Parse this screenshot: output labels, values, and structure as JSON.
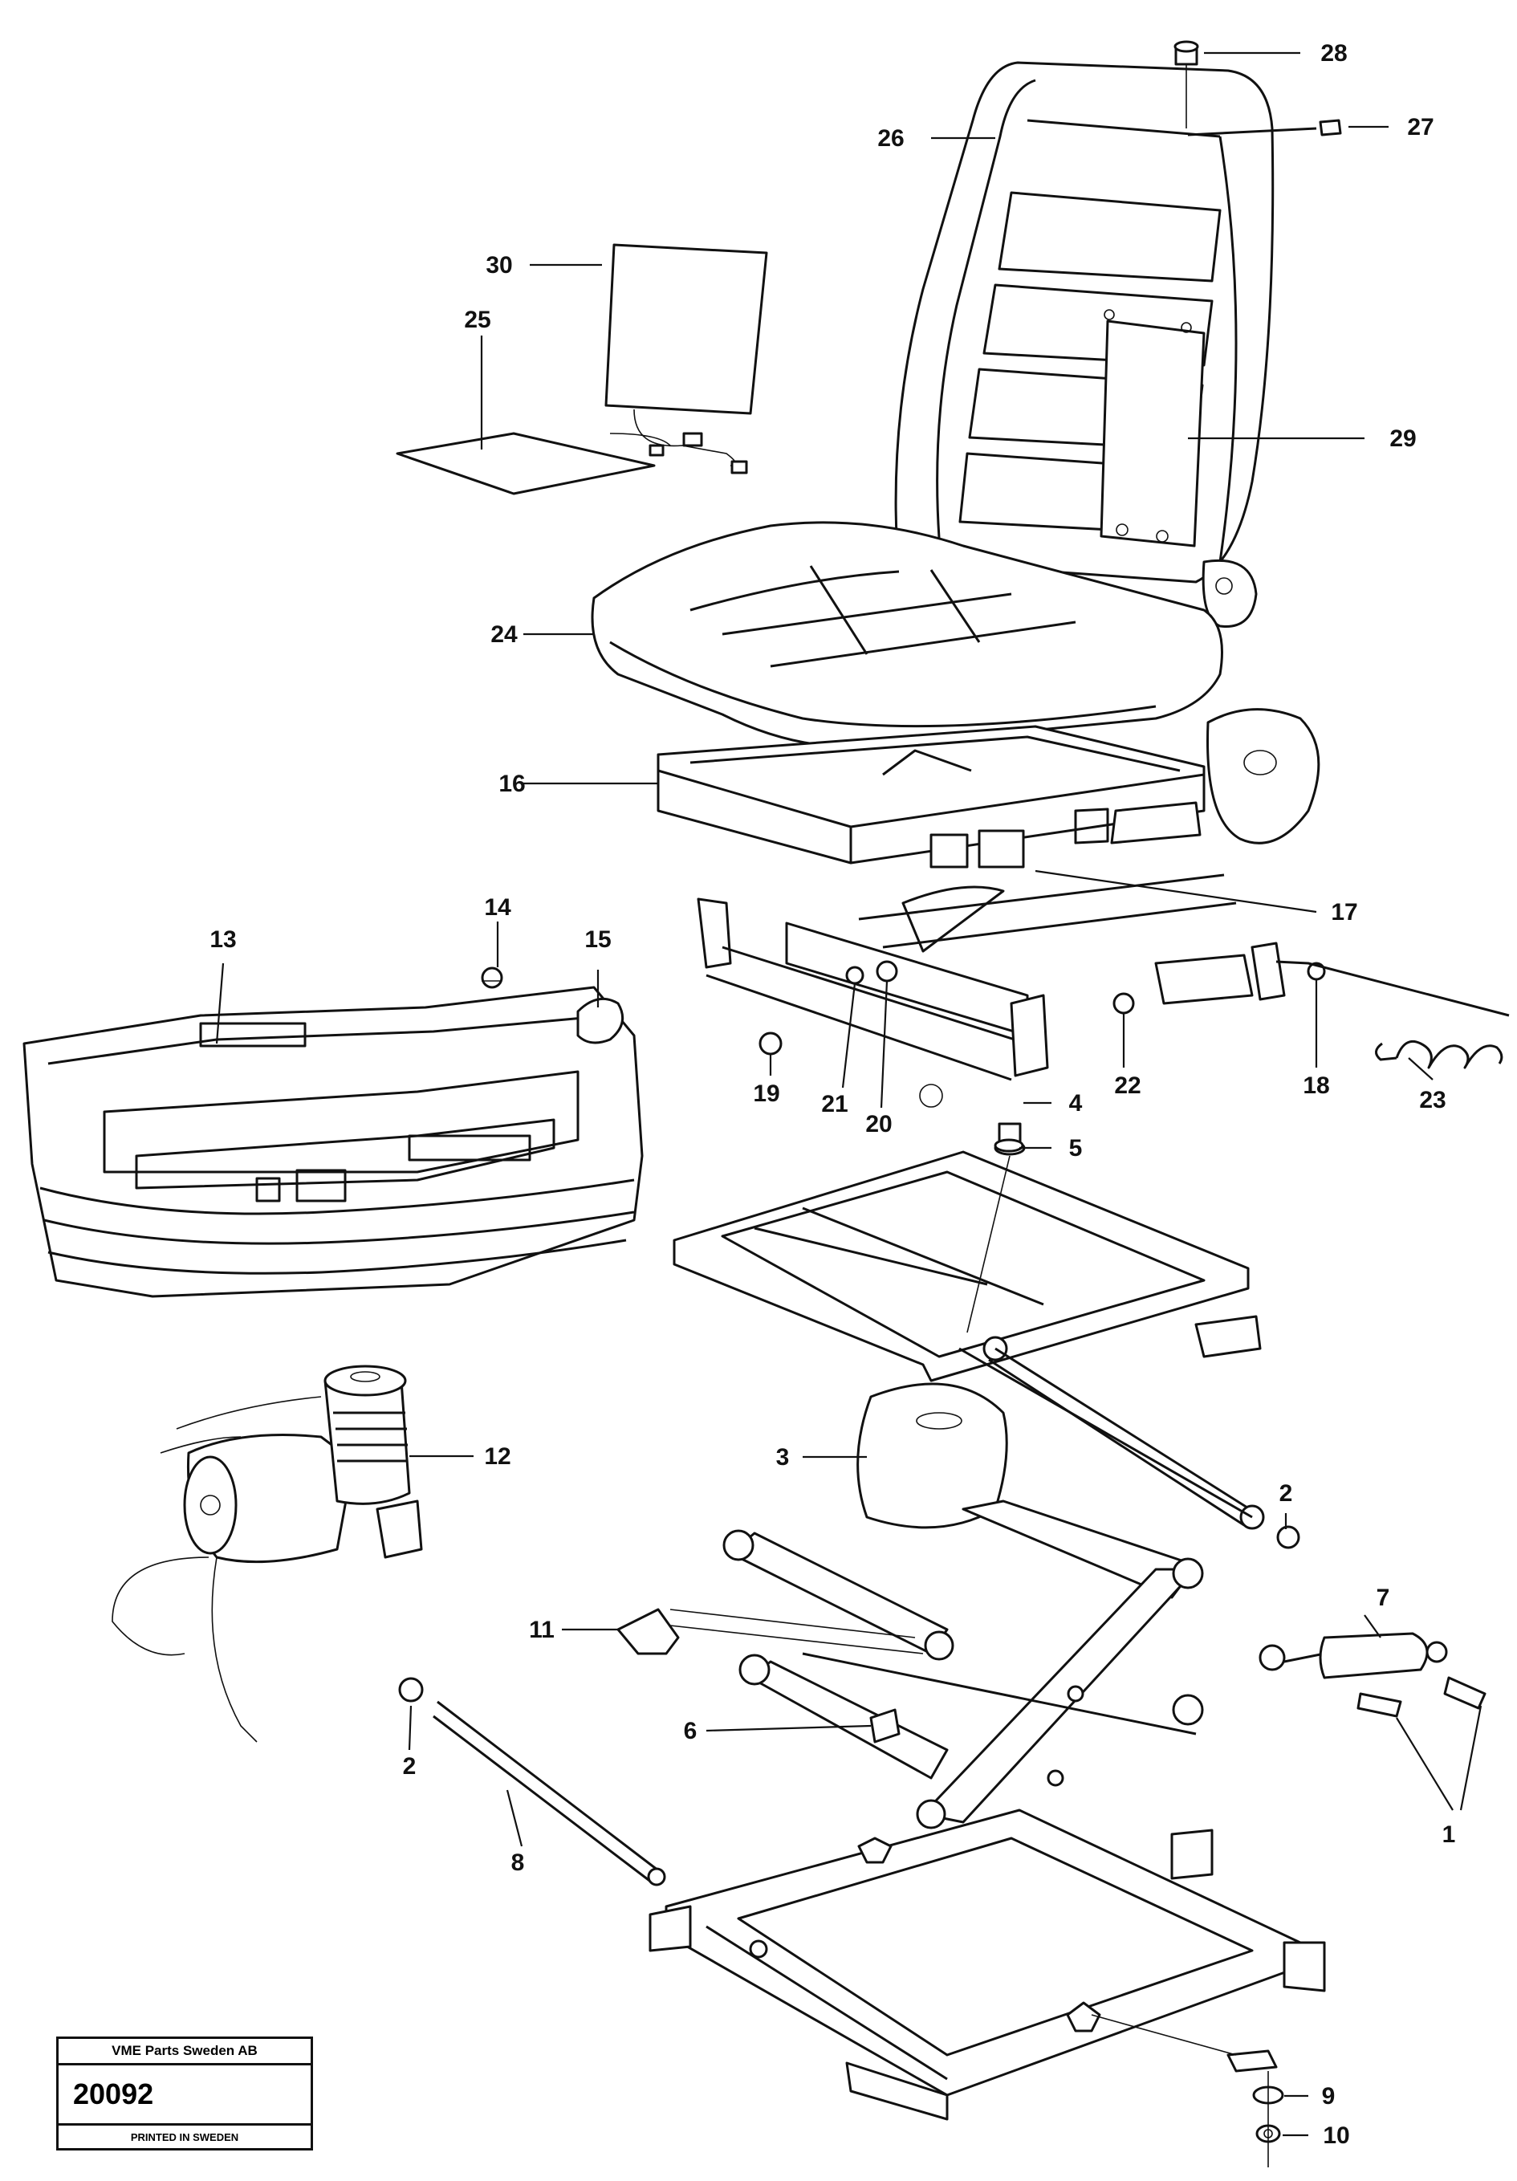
{
  "labels": {
    "l1": "1",
    "l2a": "2",
    "l2b": "2",
    "l3": "3",
    "l4": "4",
    "l5": "5",
    "l6": "6",
    "l7": "7",
    "l8": "8",
    "l9": "9",
    "l10": "10",
    "l11": "11",
    "l12": "12",
    "l13": "13",
    "l14": "14",
    "l15": "15",
    "l16": "16",
    "l17": "17",
    "l18": "18",
    "l19": "19",
    "l20": "20",
    "l21": "21",
    "l22": "22",
    "l23": "23",
    "l24": "24",
    "l25": "25",
    "l26": "26",
    "l27": "27",
    "l28": "28",
    "l29": "29",
    "l30": "30"
  },
  "stamp": {
    "company": "VME Parts Sweden AB",
    "number": "20092",
    "printed": "PRINTED IN SWEDEN"
  }
}
